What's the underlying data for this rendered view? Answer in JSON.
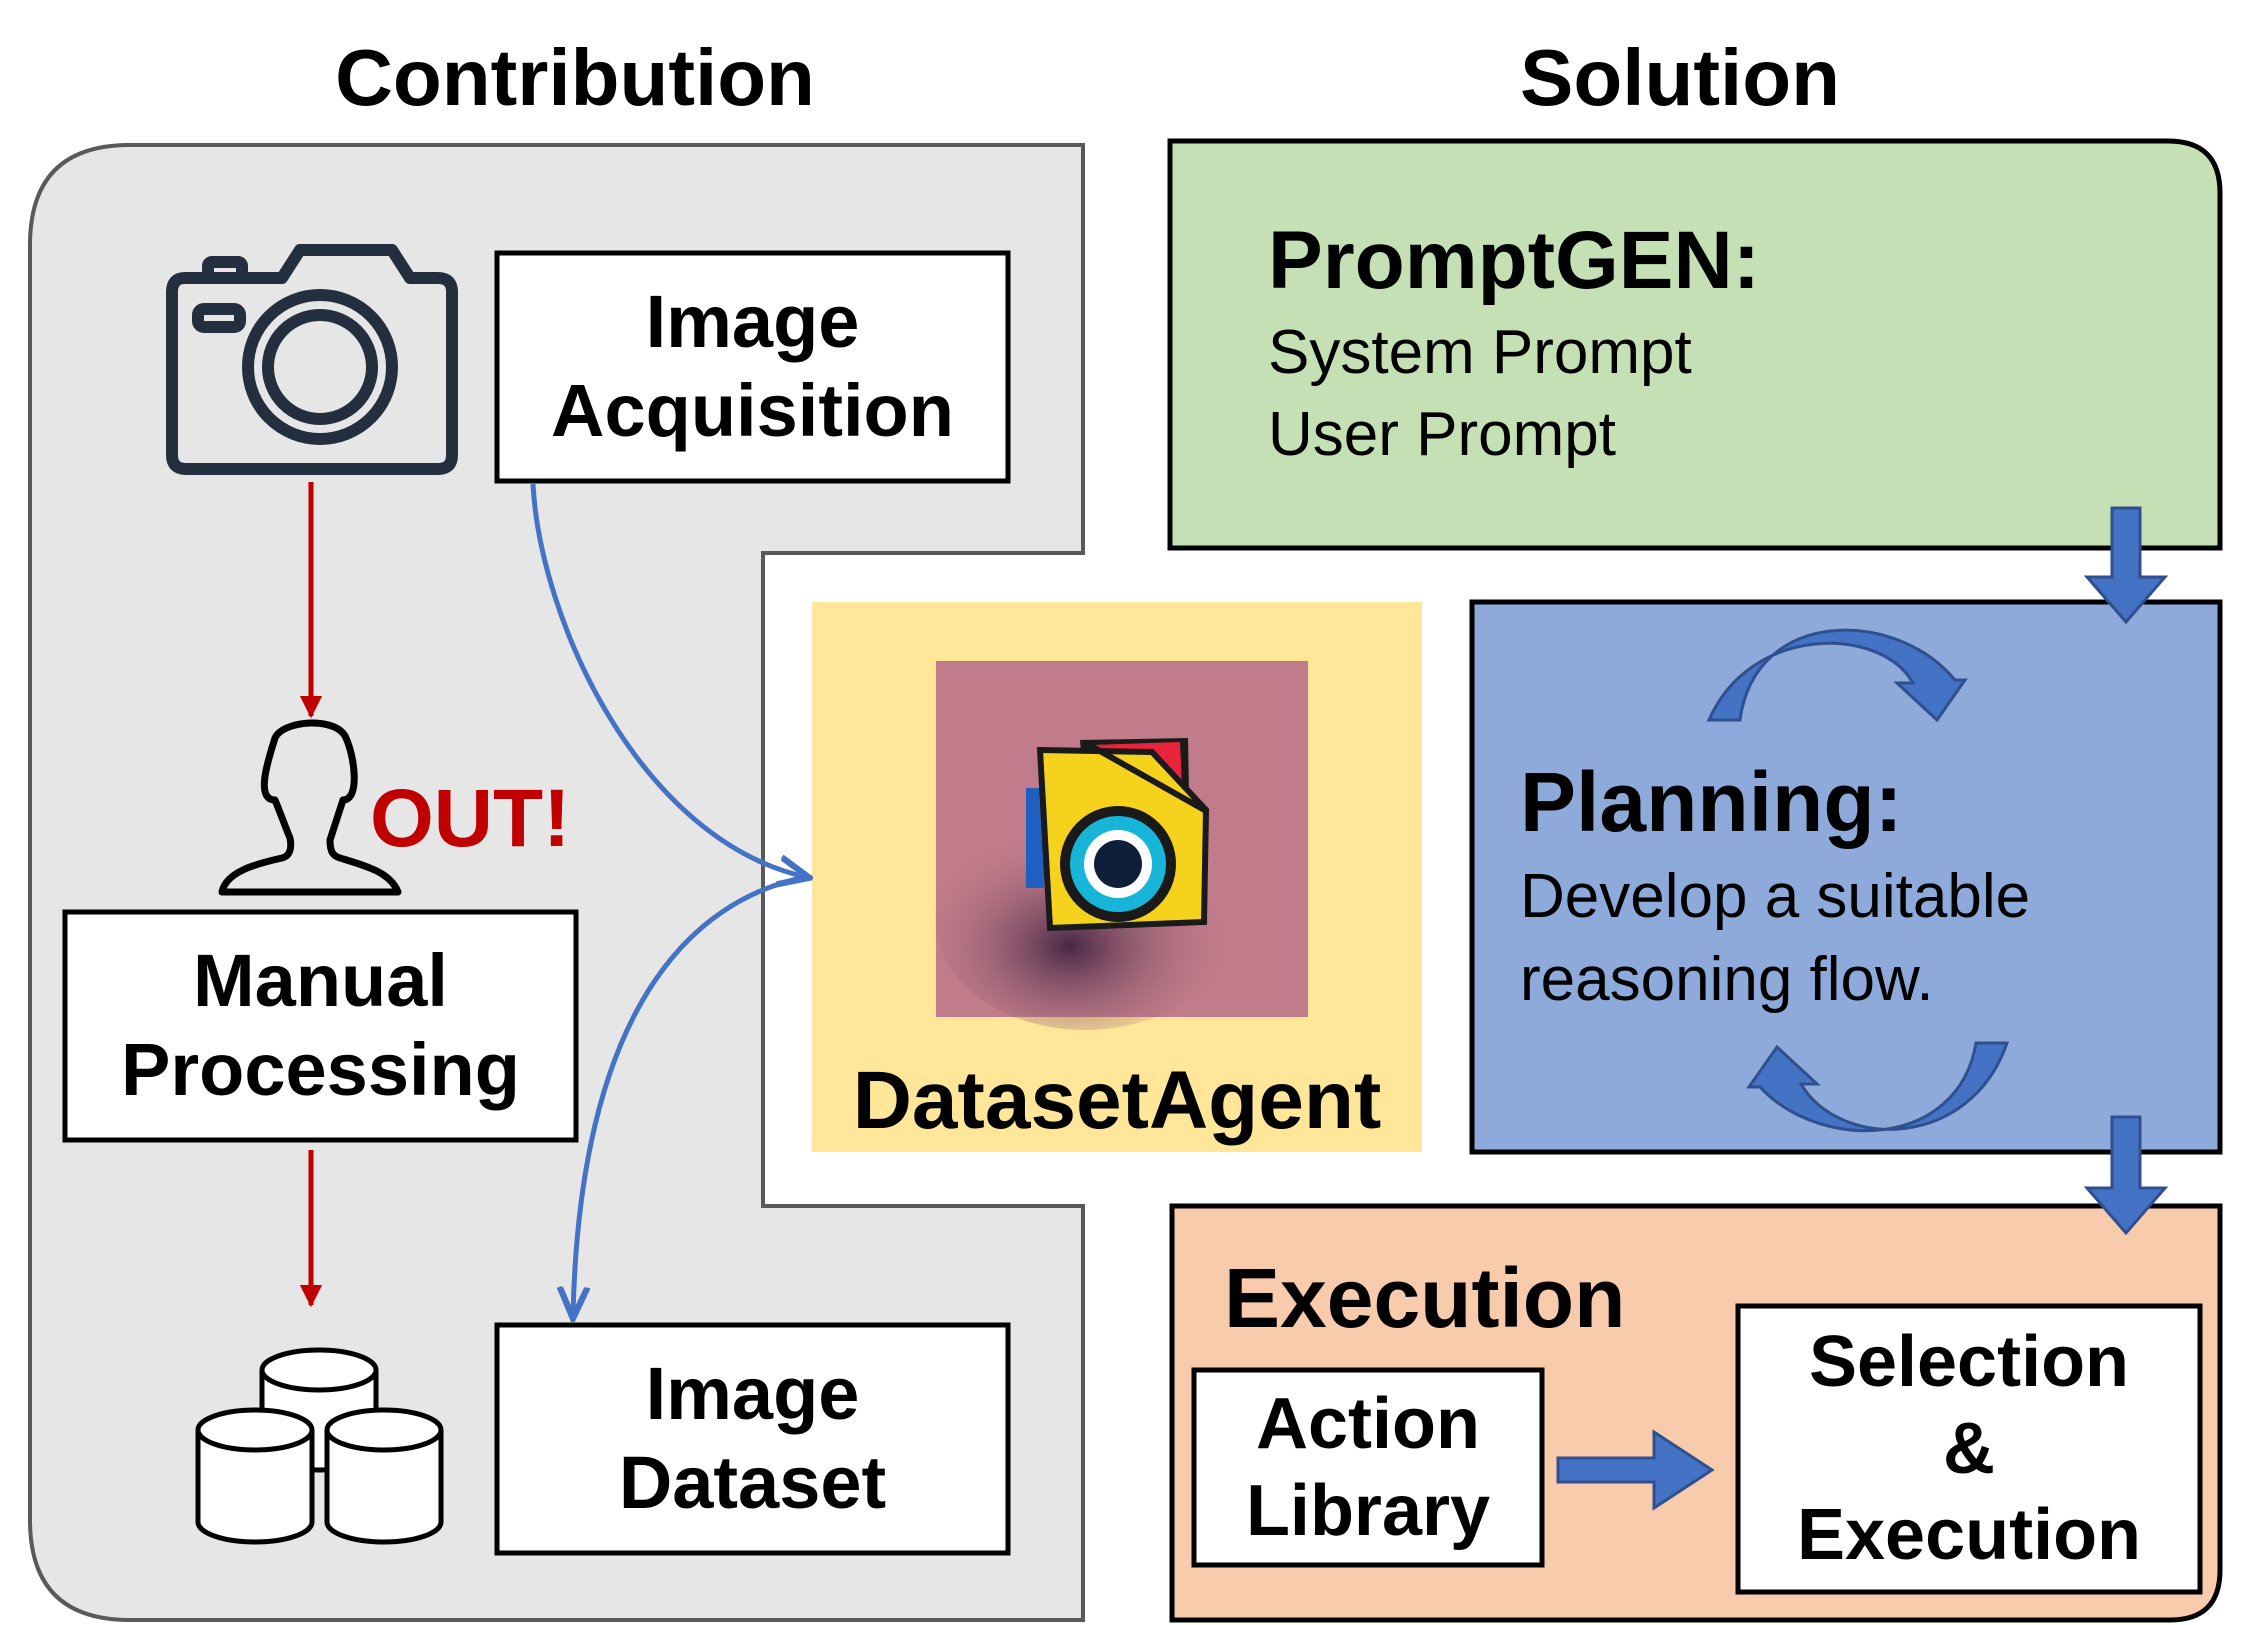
{
  "headers": {
    "contribution": "Contribution",
    "solution": "Solution"
  },
  "contribution": {
    "image_acquisition": [
      "Image",
      "Acquisition"
    ],
    "out_label": "OUT!",
    "manual_processing": [
      "Manual",
      "Processing"
    ],
    "image_dataset": [
      "Image",
      "Dataset"
    ],
    "icons": [
      "camera-icon",
      "person-icon",
      "database-icon"
    ]
  },
  "agent": {
    "name": "DatasetAgent",
    "icon": "dataset-agent-logo-icon"
  },
  "solution": {
    "promptgen": {
      "title": "PromptGEN",
      "colon": ":",
      "items": [
        "System Prompt",
        "User Prompt"
      ]
    },
    "planning": {
      "title": "Planning",
      "colon": ":",
      "lines": [
        "Develop a suitable",
        "reasoning flow."
      ]
    },
    "execution": {
      "title": "Execution",
      "action_library": [
        "Action",
        "Library"
      ],
      "selection_execution": [
        "Selection",
        "&",
        "Execution"
      ]
    }
  },
  "colors": {
    "contribution_bg": "#e6e6e6",
    "promptgen_bg": "#c5e0b4",
    "planning_bg": "#8eaadb",
    "execution_bg": "#f8cbad",
    "agent_bg": "#ffe699",
    "red_arrow": "#c00000",
    "blue_arrow": "#4472c4",
    "out_text": "#c00000"
  }
}
